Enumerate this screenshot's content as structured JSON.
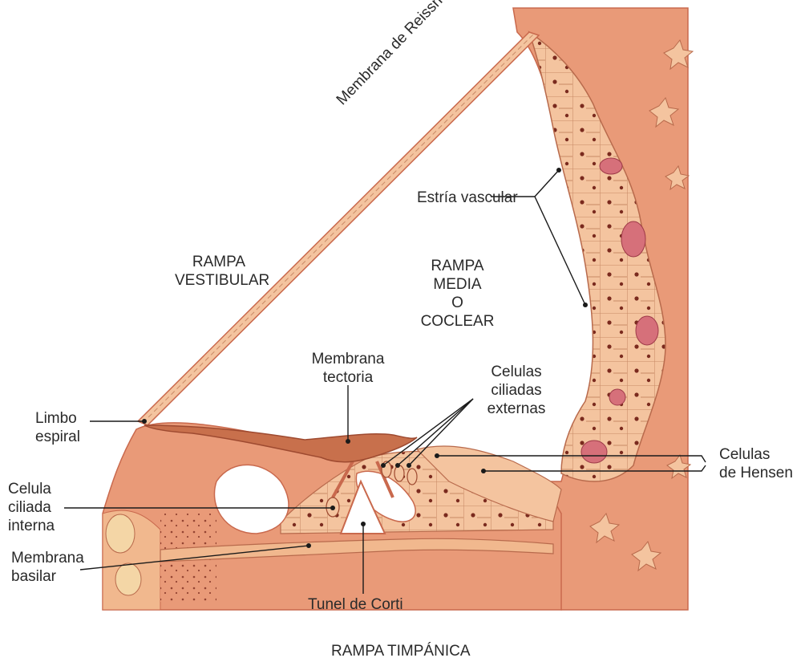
{
  "labels": {
    "reissner": "Membrana de Reissner",
    "estria": "Estría vascular",
    "rampa_vestibular": [
      "RAMPA",
      "VESTIBULAR"
    ],
    "rampa_media": [
      "RAMPA",
      "MEDIA",
      "O",
      "COCLEAR"
    ],
    "membrana_tectoria": [
      "Membrana",
      "tectoria"
    ],
    "celulas_ciliadas_externas": [
      "Celulas",
      "ciliadas",
      "externas"
    ],
    "limbo_espiral": [
      "Limbo",
      "espiral"
    ],
    "celulas_hensen": [
      "Celulas",
      "de Hensen"
    ],
    "celula_ciliada_interna": [
      "Celula",
      "ciliada",
      "interna"
    ],
    "membrana_basilar": [
      "Membrana",
      "basilar"
    ],
    "tunel_corti": "Tunel de Corti",
    "rampa_timpanica": "RAMPA TIMPÁNICA"
  },
  "colors": {
    "tissue": "#e99a78",
    "tissue_light": "#f4c49f",
    "tissue_dark": "#c9694d",
    "cell_outline": "#b86a4c",
    "nucleus": "#7a2a1e",
    "capillary": "#d6707a",
    "tectorial": "#c8704c",
    "leader_line": "#1a1a1a",
    "label_text": "#2a2a2a"
  }
}
